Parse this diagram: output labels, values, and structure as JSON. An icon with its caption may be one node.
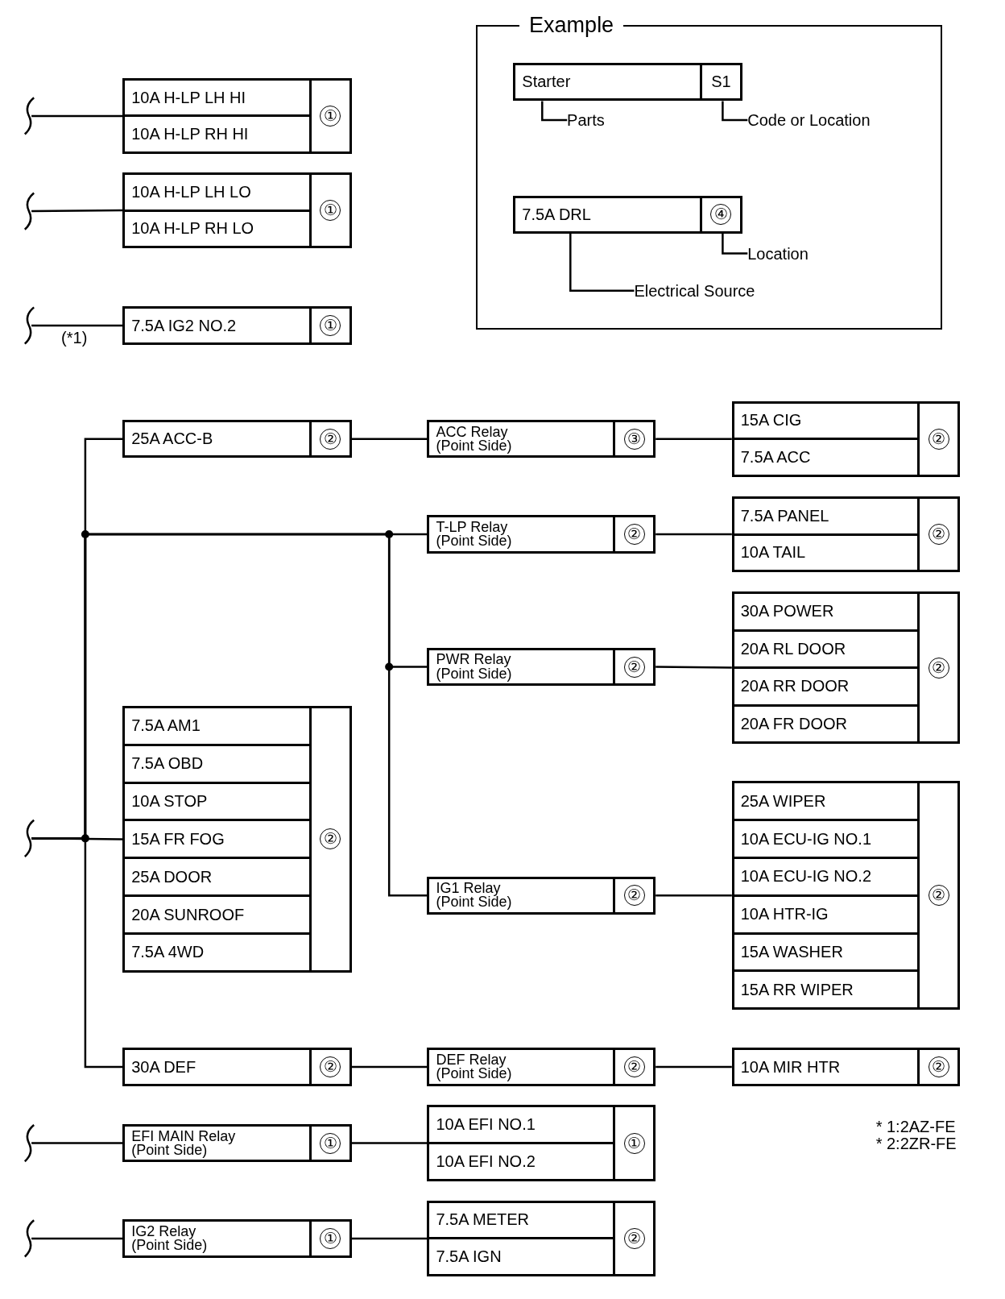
{
  "diagram": {
    "nodes": [
      {
        "text": [
          "10A H-LP LH HI",
          "10A H-LP RH HI",
          "①"
        ]
      },
      {
        "text": [
          "10A H-LP LH LO",
          "10A H-LP RH LO",
          "①"
        ]
      },
      {
        "text": [
          "7.5A IG2 NO.2",
          "①"
        ]
      },
      {
        "text": [
          "Example"
        ]
      },
      {
        "text": [
          "Starter",
          "S1"
        ],
        "in": 3
      },
      {
        "text": [
          "Parts"
        ],
        "in": 3
      },
      {
        "text": [
          "Code or Location"
        ],
        "in": 3
      },
      {
        "text": [
          "7.5A DRL",
          "④"
        ],
        "in": 3
      },
      {
        "text": [
          "Location"
        ],
        "in": 3
      },
      {
        "text": [
          "Electrical Source"
        ],
        "in": 3
      },
      {
        "text": [
          "25A ACC-B",
          "②"
        ]
      },
      {
        "text": [
          "ACC Relay (Point Side)",
          "③"
        ]
      },
      {
        "text": [
          "15A CIG",
          "7.5A ACC",
          "②"
        ]
      },
      {
        "text": [
          "T-LP Relay (Point Side)",
          "②"
        ]
      },
      {
        "text": [
          "7.5A PANEL",
          "10A TAIL",
          "②"
        ]
      },
      {
        "text": [
          "PWR Relay (Point Side)",
          "②"
        ]
      },
      {
        "text": [
          "30A POWER",
          "20A RL DOOR",
          "20A RR DOOR",
          "20A FR DOOR",
          "②"
        ]
      },
      {
        "text": [
          "7.5A AM1",
          "7.5A OBD",
          "10A STOP",
          "15A FR FOG",
          "25A DOOR",
          "20A SUNROOF",
          "7.5A 4WD",
          "②"
        ]
      },
      {
        "text": [
          "IG1 Relay (Point Side)",
          "②"
        ]
      },
      {
        "text": [
          "25A WIPER",
          "10A ECU-IG NO.1",
          "10A ECU-IG NO.2",
          "10A HTR-IG",
          "15A WASHER",
          "15A RR WIPER",
          "②"
        ]
      },
      {
        "text": [
          "30A DEF",
          "②"
        ]
      },
      {
        "text": [
          "DEF Relay (Point Side)",
          "②"
        ]
      },
      {
        "text": [
          "10A MIR HTR",
          "②"
        ]
      },
      {
        "text": [
          "EFI MAIN Relay (Point Side)",
          "①"
        ]
      },
      {
        "text": [
          "10A EFI NO.1",
          "10A EFI NO.2",
          "①"
        ]
      },
      {
        "text": [
          "IG2 Relay (Point Side)",
          "①"
        ]
      },
      {
        "text": [
          "7.5A METER",
          "7.5A IGN",
          "②"
        ]
      }
    ],
    "edges": [
      {
        "from": null,
        "to": 0,
        "arrow": "none"
      },
      {
        "from": null,
        "to": 1,
        "arrow": "none"
      },
      {
        "from": null,
        "to": 2,
        "arrow": "none",
        "label": "(*1)"
      },
      {
        "from": 5,
        "to": 4,
        "arrow": "none"
      },
      {
        "from": 6,
        "to": 4,
        "arrow": "none"
      },
      {
        "from": 8,
        "to": 7,
        "arrow": "none"
      },
      {
        "from": 9,
        "to": 7,
        "arrow": "none"
      },
      {
        "from": null,
        "to": 10,
        "arrow": "none"
      },
      {
        "from": null,
        "to": 13,
        "arrow": "none"
      },
      {
        "from": null,
        "to": 15,
        "arrow": "none"
      },
      {
        "from": null,
        "to": 17,
        "arrow": "none"
      },
      {
        "from": null,
        "to": 18,
        "arrow": "none"
      },
      {
        "from": null,
        "to": 20,
        "arrow": "none"
      },
      {
        "from": 10,
        "to": 11,
        "arrow": "none"
      },
      {
        "from": 11,
        "to": 12,
        "arrow": "none"
      },
      {
        "from": 13,
        "to": 14,
        "arrow": "none"
      },
      {
        "from": 15,
        "to": 16,
        "arrow": "none"
      },
      {
        "from": 18,
        "to": 19,
        "arrow": "none"
      },
      {
        "from": 20,
        "to": 21,
        "arrow": "none"
      },
      {
        "from": 21,
        "to": 22,
        "arrow": "none"
      },
      {
        "from": null,
        "to": 23,
        "arrow": "none"
      },
      {
        "from": 23,
        "to": 24,
        "arrow": "none"
      },
      {
        "from": null,
        "to": 25,
        "arrow": "none"
      },
      {
        "from": 25,
        "to": 26,
        "arrow": "none"
      }
    ],
    "labels": [
      "* 1:2AZ-FE",
      "* 2:2ZR-FE"
    ]
  }
}
